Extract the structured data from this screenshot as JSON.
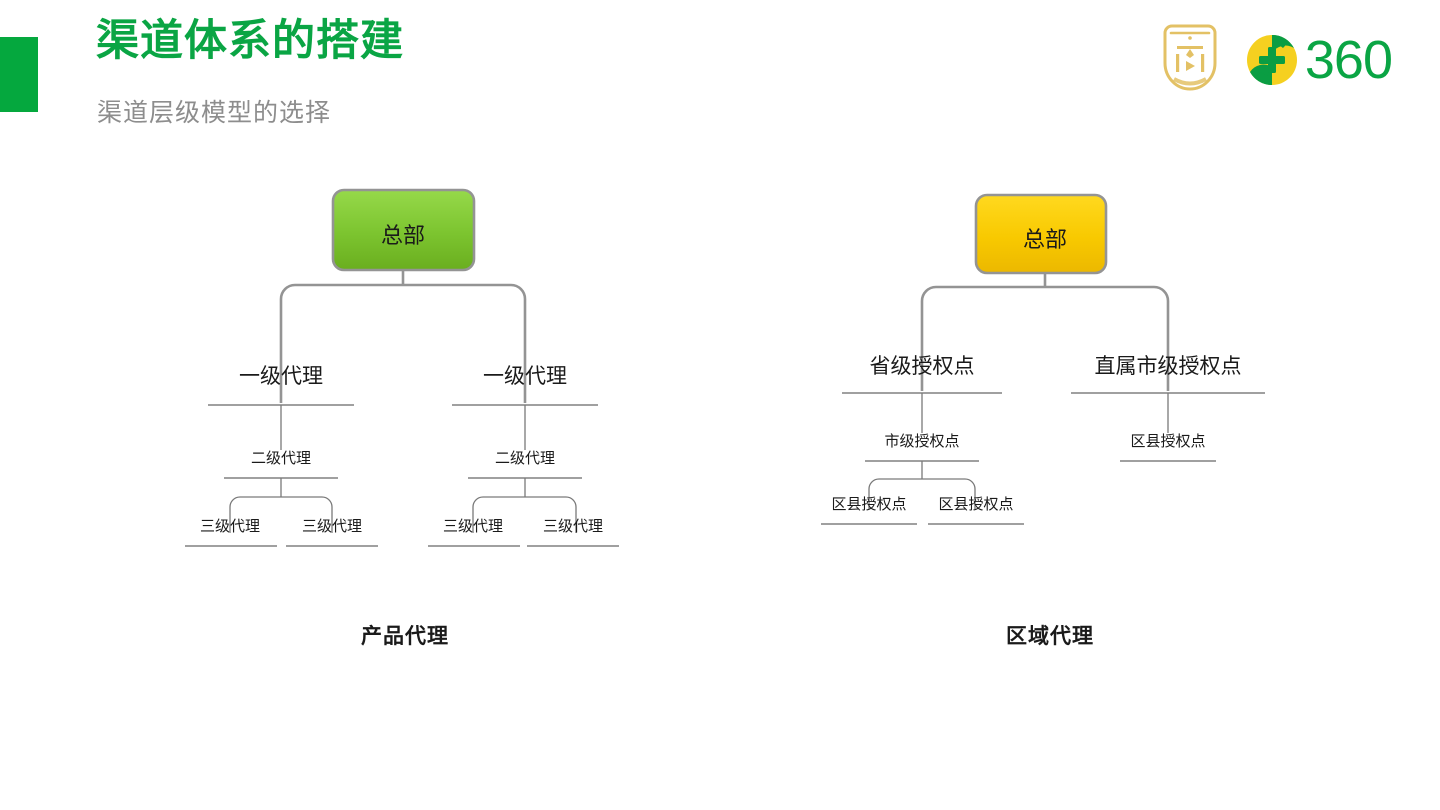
{
  "header": {
    "title": "渠道体系的搭建",
    "subtitle": "渠道层级模型的选择",
    "accent_color": "#05a83e",
    "title_color": "#0aa544",
    "subtitle_color": "#8d8d8d"
  },
  "logos": {
    "badge": {
      "name": "360-shield-badge-logo",
      "color": "#e3c165"
    },
    "brand": {
      "name": "360-brand-logo",
      "text": "360",
      "text_color": "#0aa544",
      "mark_circle_color": "#f5d020",
      "mark_arc_color": "#0a9d43"
    }
  },
  "diagrams": [
    {
      "id": "product-agency",
      "caption": "产品代理",
      "root": {
        "label": "总部",
        "fill_top": "#8ed141",
        "fill_bottom": "#6cb522",
        "border": "#949494"
      },
      "levels": {
        "level1": [
          "一级代理",
          "一级代理"
        ],
        "level2": [
          "二级代理",
          "二级代理"
        ],
        "level3": [
          "三级代理",
          "三级代理",
          "三级代理",
          "三级代理"
        ]
      }
    },
    {
      "id": "regional-agency",
      "caption": "区域代理",
      "root": {
        "label": "总部",
        "fill_top": "#fdd516",
        "fill_bottom": "#ecb800",
        "border": "#949494"
      },
      "levels": {
        "level1": [
          "省级授权点",
          "直属市级授权点"
        ],
        "level2": [
          "市级授权点",
          "区县授权点"
        ],
        "level3": [
          "区县授权点",
          "区县授权点"
        ]
      }
    }
  ]
}
